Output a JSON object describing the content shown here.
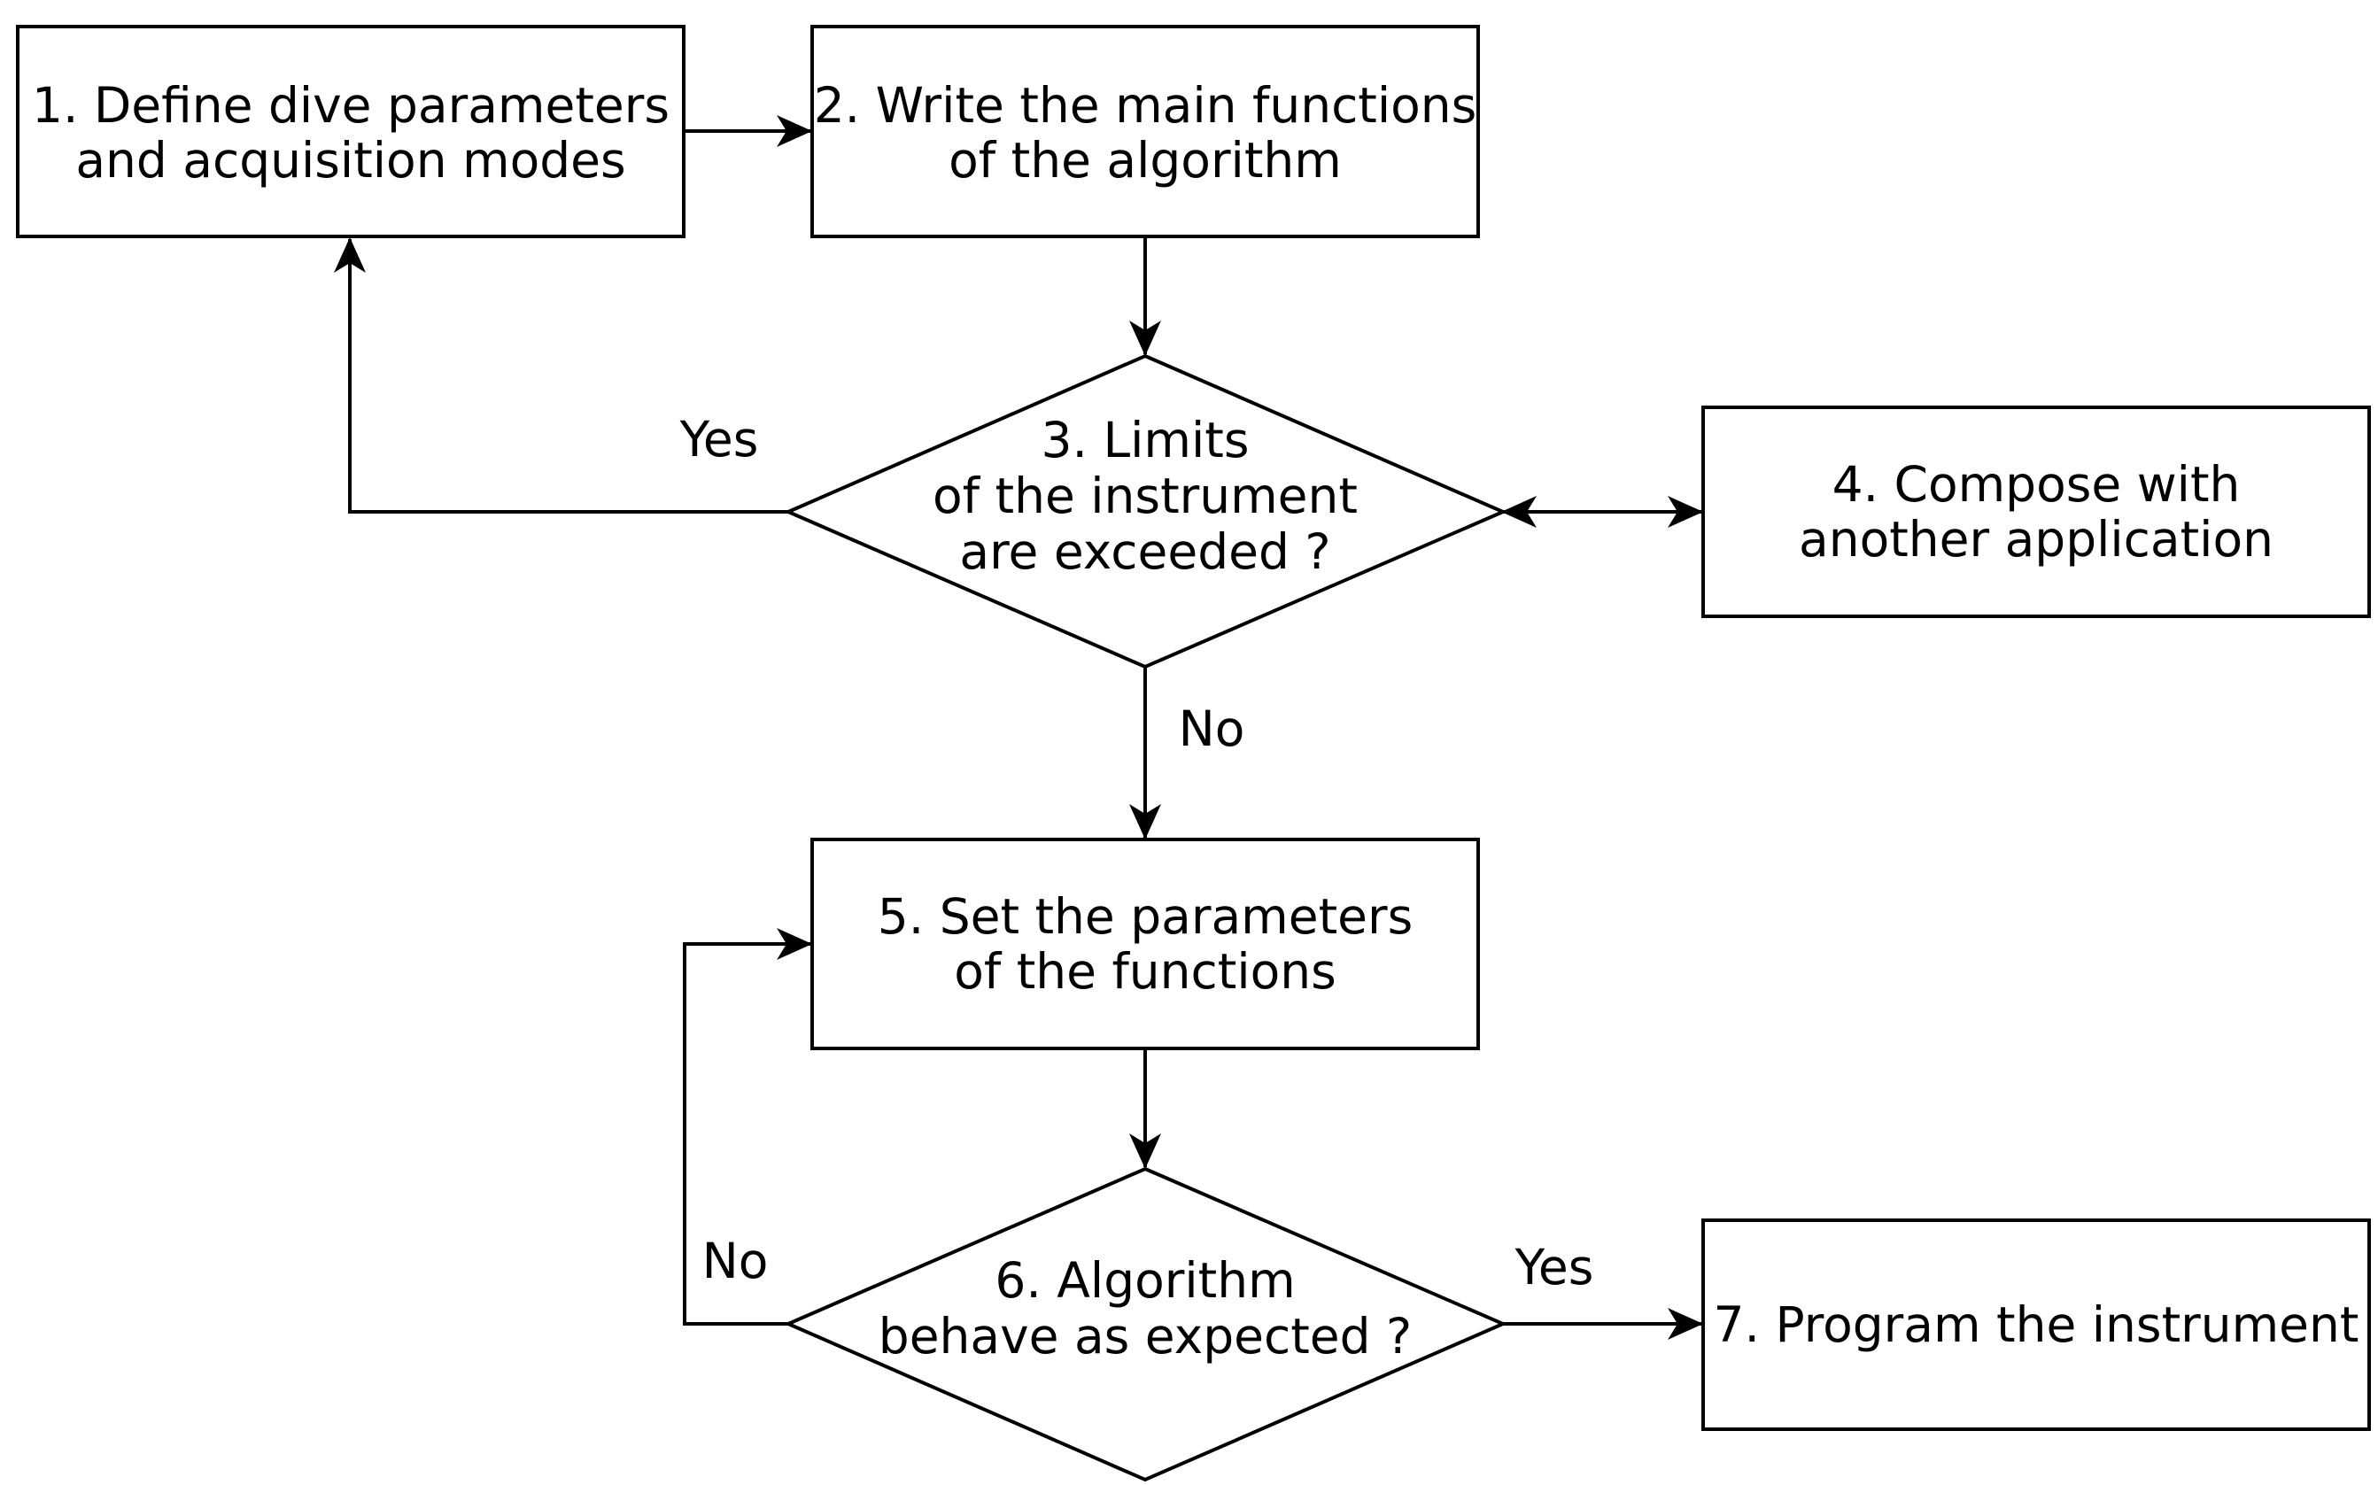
{
  "nodes": {
    "n1": {
      "line1": "1. Define dive parameters",
      "line2": "and acquisition modes"
    },
    "n2": {
      "line1": "2. Write the main functions",
      "line2": "of the algorithm"
    },
    "n3": {
      "line1": "3. Limits",
      "line2": "of the instrument",
      "line3": "are exceeded ?"
    },
    "n4": {
      "line1": "4. Compose with",
      "line2": "another application"
    },
    "n5": {
      "line1": "5. Set the parameters",
      "line2": "of the functions"
    },
    "n6": {
      "line1": "6. Algorithm",
      "line2": "behave as expected ?"
    },
    "n7": {
      "line1": "7. Program the instrument"
    }
  },
  "edge_labels": {
    "n3_yes": "Yes",
    "n3_no": "No",
    "n6_no": "No",
    "n6_yes": "Yes"
  }
}
